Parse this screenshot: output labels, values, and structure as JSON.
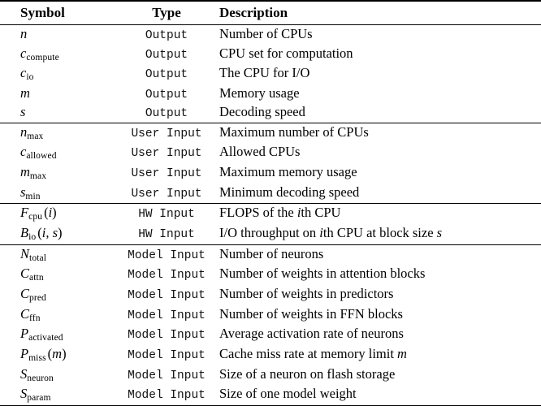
{
  "table": {
    "columns": [
      "Symbol",
      "Type",
      "Description"
    ],
    "groups": [
      {
        "type_label": "Output",
        "rows": [
          {
            "symbol_base": "n",
            "symbol_sub": "",
            "symbol_arg": "",
            "symbol_plain": "n",
            "type": "Output",
            "description": "Number of CPUs"
          },
          {
            "symbol_base": "c",
            "symbol_sub": "compute",
            "symbol_arg": "",
            "symbol_plain": "c_compute",
            "type": "Output",
            "description": "CPU set for computation"
          },
          {
            "symbol_base": "c",
            "symbol_sub": "io",
            "symbol_arg": "",
            "symbol_plain": "c_io",
            "type": "Output",
            "description": "The CPU for I/O"
          },
          {
            "symbol_base": "m",
            "symbol_sub": "",
            "symbol_arg": "",
            "symbol_plain": "m",
            "type": "Output",
            "description": "Memory usage"
          },
          {
            "symbol_base": "s",
            "symbol_sub": "",
            "symbol_arg": "",
            "symbol_plain": "s",
            "type": "Output",
            "description": "Decoding speed"
          }
        ]
      },
      {
        "type_label": "User Input",
        "rows": [
          {
            "symbol_base": "n",
            "symbol_sub": "max",
            "symbol_arg": "",
            "symbol_plain": "n_max",
            "type": "User Input",
            "description": "Maximum number of CPUs"
          },
          {
            "symbol_base": "c",
            "symbol_sub": "allowed",
            "symbol_arg": "",
            "symbol_plain": "c_allowed",
            "type": "User Input",
            "description": "Allowed CPUs"
          },
          {
            "symbol_base": "m",
            "symbol_sub": "max",
            "symbol_arg": "",
            "symbol_plain": "m_max",
            "type": "User Input",
            "description": "Maximum memory usage"
          },
          {
            "symbol_base": "s",
            "symbol_sub": "min",
            "symbol_arg": "",
            "symbol_plain": "s_min",
            "type": "User Input",
            "description": "Minimum decoding speed"
          }
        ]
      },
      {
        "type_label": "HW Input",
        "rows": [
          {
            "symbol_base": "F",
            "symbol_sub": "cpu",
            "symbol_arg": "(i)",
            "symbol_plain": "F_cpu(i)",
            "type": "HW Input",
            "description_pre": "FLOPS of the ",
            "description_italic": "i",
            "description_post": "th CPU",
            "description": "FLOPS of the ith CPU"
          },
          {
            "symbol_base": "B",
            "symbol_sub": "io",
            "symbol_arg": "(i, s)",
            "symbol_plain": "B_io(i, s)",
            "type": "HW Input",
            "description_pre": "I/O throughput on ",
            "description_italic": "i",
            "description_post": "th CPU at block size ",
            "description_italic2": "s",
            "description": "I/O throughput on ith CPU at block size s"
          }
        ]
      },
      {
        "type_label": "Model Input",
        "rows": [
          {
            "symbol_base": "N",
            "symbol_sub": "total",
            "symbol_arg": "",
            "symbol_plain": "N_total",
            "type": "Model Input",
            "description": "Number of neurons"
          },
          {
            "symbol_base": "C",
            "symbol_sub": "attn",
            "symbol_arg": "",
            "symbol_plain": "C_attn",
            "type": "Model Input",
            "description": "Number of weights in attention blocks"
          },
          {
            "symbol_base": "C",
            "symbol_sub": "pred",
            "symbol_arg": "",
            "symbol_plain": "C_pred",
            "type": "Model Input",
            "description": "Number of weights in predictors"
          },
          {
            "symbol_base": "C",
            "symbol_sub": "ffn",
            "symbol_arg": "",
            "symbol_plain": "C_ffn",
            "type": "Model Input",
            "description": "Number of weights in FFN blocks"
          },
          {
            "symbol_base": "P",
            "symbol_sub": "activated",
            "symbol_arg": "",
            "symbol_plain": "P_activated",
            "type": "Model Input",
            "description": "Average activation rate of neurons"
          },
          {
            "symbol_base": "P",
            "symbol_sub": "miss",
            "symbol_arg": "(m)",
            "symbol_plain": "P_miss(m)",
            "type": "Model Input",
            "description_pre": "Cache miss rate at memory limit ",
            "description_italic": "m",
            "description_post": "",
            "description": "Cache miss rate at memory limit m"
          },
          {
            "symbol_base": "S",
            "symbol_sub": "neuron",
            "symbol_arg": "",
            "symbol_plain": "S_neuron",
            "type": "Model Input",
            "description": "Size of a neuron on flash storage"
          },
          {
            "symbol_base": "S",
            "symbol_sub": "param",
            "symbol_arg": "",
            "symbol_plain": "S_param",
            "type": "Model Input",
            "description": "Size of one model weight"
          }
        ]
      }
    ]
  },
  "style": {
    "background": "#ffffff",
    "text_color": "#000000",
    "rule_color": "#000000"
  }
}
